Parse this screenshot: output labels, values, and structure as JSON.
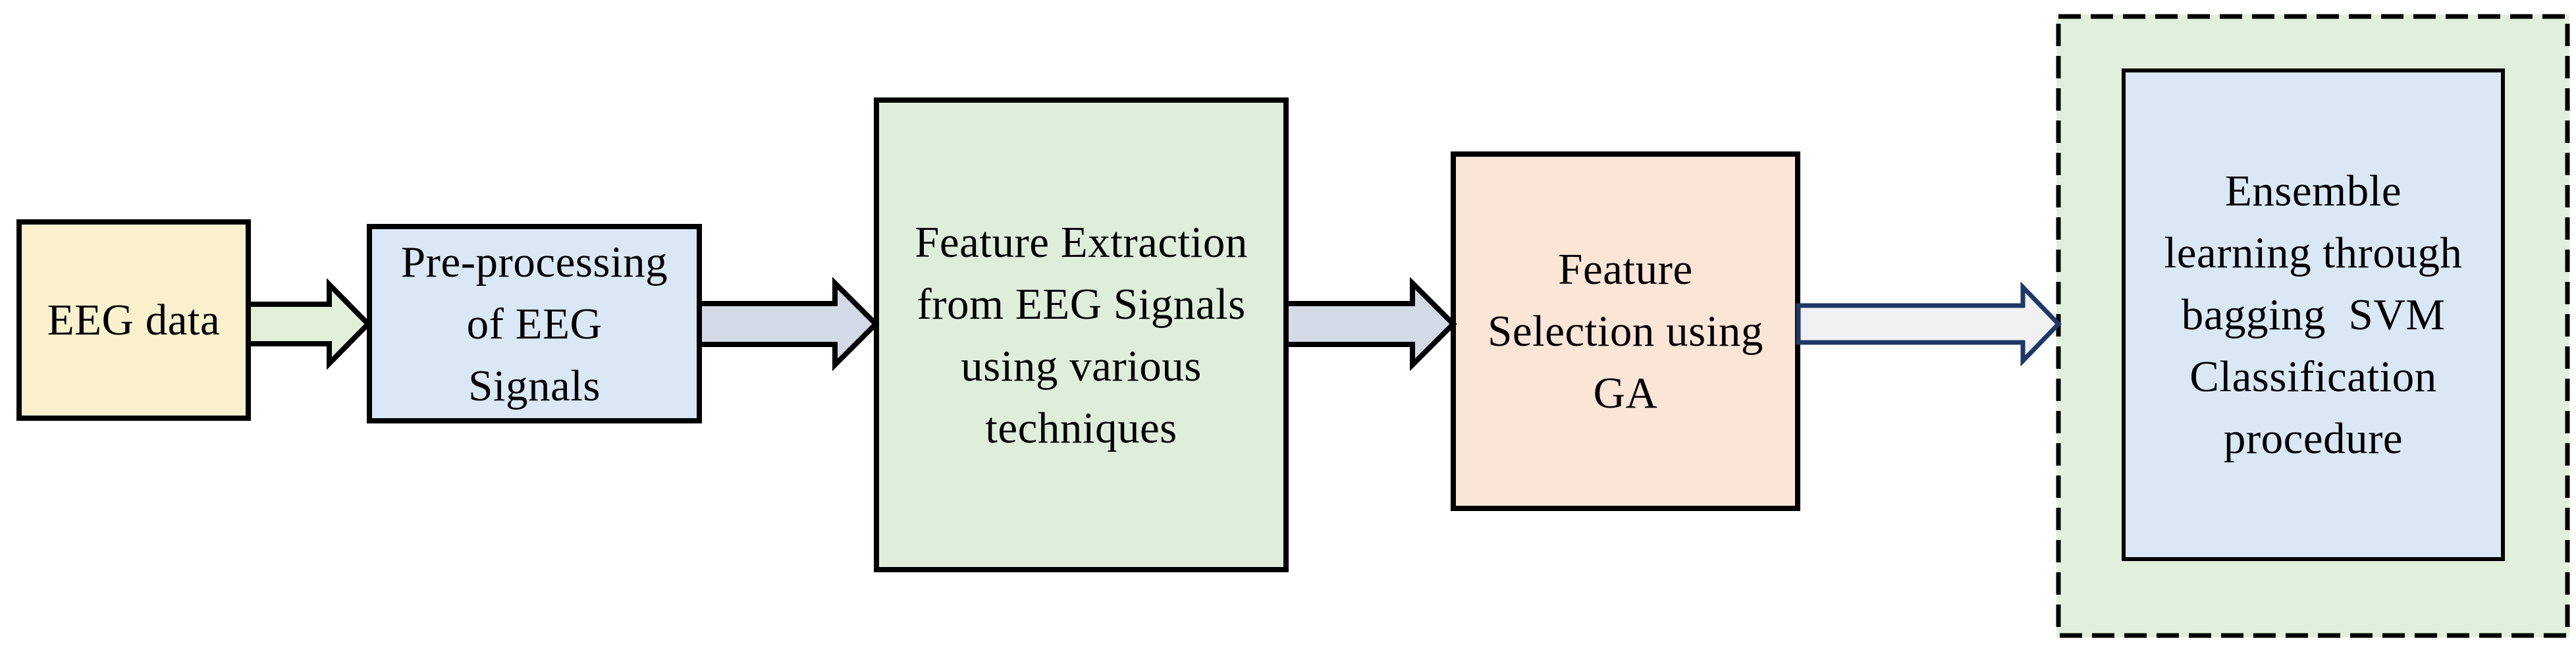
{
  "diagram": {
    "type": "flowchart",
    "direction": "left-to-right",
    "nodes": [
      {
        "id": "eeg-data",
        "text": "EEG data",
        "fill": "#FAF0CE",
        "border_style": "solid"
      },
      {
        "id": "preprocessing",
        "text": "Pre-processing\nof EEG\nSignals",
        "fill": "#DAE8F6",
        "border_style": "solid"
      },
      {
        "id": "feature-extraction",
        "text": "Feature Extraction\nfrom EEG Signals\nusing various\ntechniques",
        "fill": "#DFEEDB",
        "border_style": "solid"
      },
      {
        "id": "feature-selection",
        "text": "Feature\nSelection using\nGA",
        "fill": "#FBE5D7",
        "border_style": "solid"
      },
      {
        "id": "ensemble-container",
        "text": "",
        "fill": "#E1F0DC",
        "border_style": "dashed"
      },
      {
        "id": "ensemble-learning",
        "text": "Ensemble\nlearning through\nbagging  SVM\nClassification\nprocedure",
        "fill": "#DAE8F6",
        "border_style": "solid"
      }
    ],
    "connectors": [
      {
        "id": "arrow-1",
        "from": "eeg-data",
        "to": "preprocessing",
        "shape": "block-arrow-right",
        "fill": "#E2F0DA",
        "stroke": "#000000"
      },
      {
        "id": "arrow-2",
        "from": "preprocessing",
        "to": "feature-extraction",
        "shape": "block-arrow-right",
        "fill": "#D5DBE6",
        "stroke": "#000000"
      },
      {
        "id": "arrow-3",
        "from": "feature-extraction",
        "to": "feature-selection",
        "shape": "block-arrow-right",
        "fill": "#D5DBE6",
        "stroke": "#000000"
      },
      {
        "id": "arrow-4",
        "from": "feature-selection",
        "to": "ensemble-learning",
        "shape": "block-arrow-right",
        "fill": "#F1F1F3",
        "stroke": "#1F3864"
      }
    ]
  },
  "colors": {
    "background": "#FFFFFF",
    "text": "#000000",
    "box_border": "#000000"
  }
}
